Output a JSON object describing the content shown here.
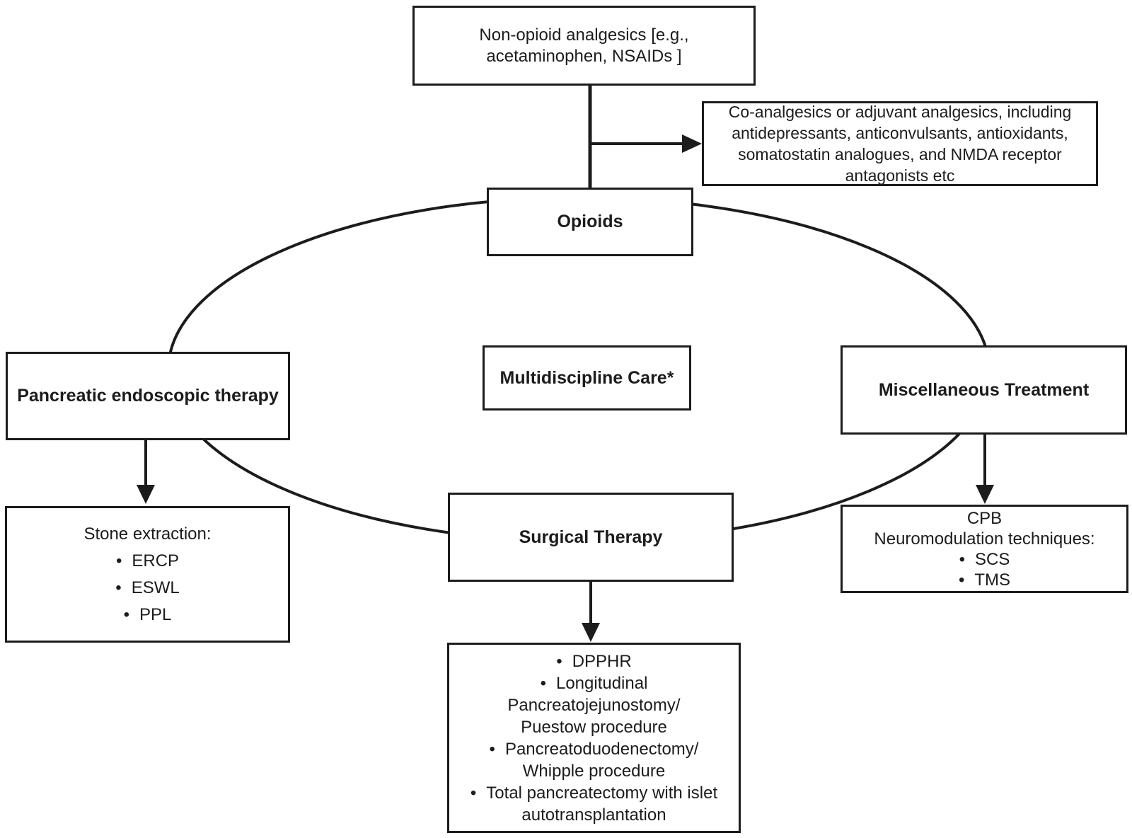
{
  "ui": {
    "bullet": "•"
  },
  "colors": {
    "line": "#1c1c1c",
    "box_background": "#ffffff",
    "text": "#1c1c1c"
  },
  "nodes": {
    "non_opioid": {
      "text": "Non-opioid analgesics [e.g.,\nacetaminophen, NSAIDs ]"
    },
    "co_analgesics": {
      "text": "Co-analgesics or adjuvant analgesics, including\nantidepressants,  anticonvulsants, antioxidants,\nsomatostatin analogues, and NMDA receptor\nantagonists etc"
    },
    "opioids": {
      "text": "Opioids"
    },
    "pancreatic_endoscopic": {
      "text": "Pancreatic endoscopic therapy"
    },
    "multidiscipline": {
      "text": "Multidiscipline Care*"
    },
    "miscellaneous": {
      "text": "Miscellaneous Treatment"
    },
    "stone_extraction": {
      "title": "Stone extraction:",
      "items": [
        "ERCP",
        "ESWL",
        "PPL"
      ]
    },
    "surgical": {
      "text": "Surgical Therapy"
    },
    "cpb": {
      "line1": "CPB",
      "line2": "Neuromodulation techniques:",
      "items": [
        "SCS",
        "TMS"
      ]
    },
    "surgical_procedures": {
      "items": [
        "DPPHR",
        "Longitudinal\nPancreatojejunostomy/\nPuestow procedure",
        "Pancreatoduodenectomy/\nWhipple procedure",
        "Total pancreatectomy with islet\nautotransplantation"
      ]
    }
  }
}
